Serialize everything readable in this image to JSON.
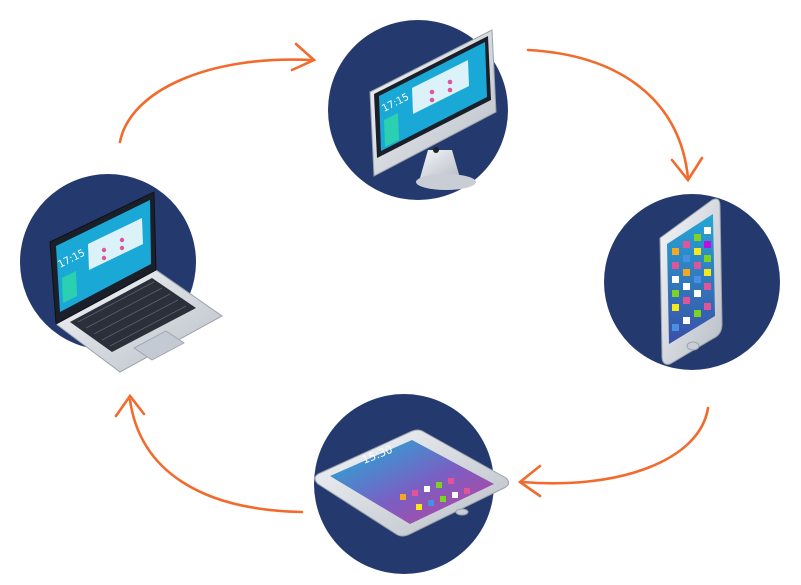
{
  "diagram": {
    "colors": {
      "circle": "#243a6e",
      "arrow": "#f26b2d",
      "screen": "#1aa8d6",
      "device_silver": "#d9dde3",
      "pink": "#e0559a"
    },
    "nodes": [
      {
        "id": "desktop",
        "icon": "desktop-computer-icon",
        "clock": "17:15"
      },
      {
        "id": "phone",
        "icon": "smartphone-icon"
      },
      {
        "id": "tablet",
        "icon": "tablet-icon",
        "clock": "15:30"
      },
      {
        "id": "laptop",
        "icon": "laptop-icon",
        "clock": "17:15"
      }
    ],
    "flow": [
      "laptop",
      "desktop",
      "phone",
      "tablet",
      "laptop"
    ]
  }
}
